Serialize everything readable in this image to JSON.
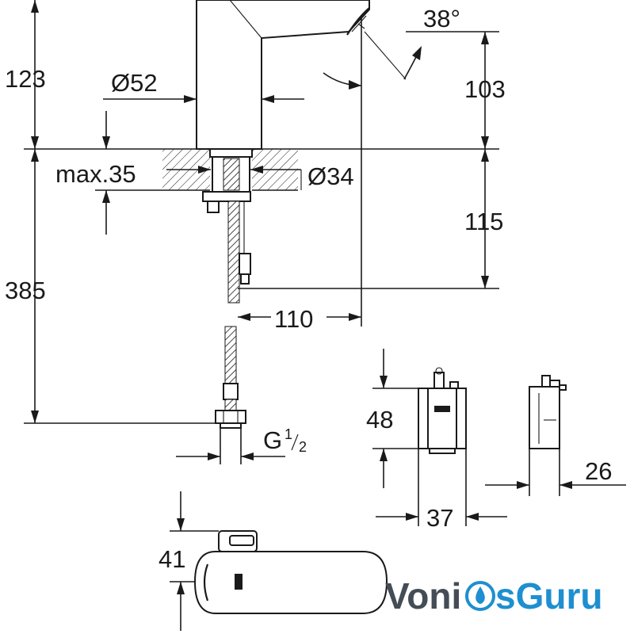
{
  "dimensions": {
    "d123": "123",
    "d385": "385",
    "d52": "Ø52",
    "dmax35": "max.35",
    "d34": "Ø34",
    "d38": "38°",
    "d103": "103",
    "d115": "115",
    "d110": "110",
    "dG": "G",
    "dG_frac_num": "1",
    "dG_frac_den": "2",
    "d48": "48",
    "d37": "37",
    "d26": "26",
    "d41": "41"
  },
  "watermark": {
    "part1": "Voni",
    "part2": "sGuru",
    "brand_dark": "#444c55",
    "brand_blue": "#1e8fd0",
    "icon": "water-drop-icon"
  }
}
